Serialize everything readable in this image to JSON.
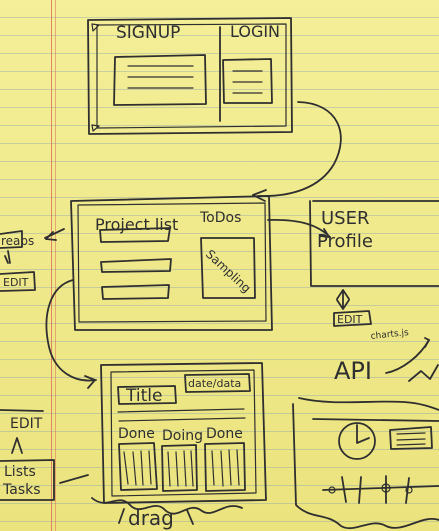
{
  "screens": {
    "auth": {
      "signup_label": "SIGNUP",
      "login_label": "LOGIN"
    },
    "projects": {
      "project_list_label": "Project list",
      "todos_label": "ToDos",
      "sampling_label": "Sampling"
    },
    "profile": {
      "title_line1": "USER",
      "title_line2": "Profile",
      "edit_label": "EDIT"
    },
    "left_notes": {
      "top_label": "reaps",
      "edit_label": "EDIT",
      "lower_edit_label": "EDIT",
      "lists_label": "Lists",
      "tasks_label": "Tasks"
    },
    "task_board": {
      "title_label": "Title",
      "date_label": "date/data",
      "columns": [
        "Done",
        "Doing",
        "Done"
      ],
      "footer_label": "drag"
    },
    "api": {
      "title": "API",
      "note": "charts.js"
    }
  }
}
